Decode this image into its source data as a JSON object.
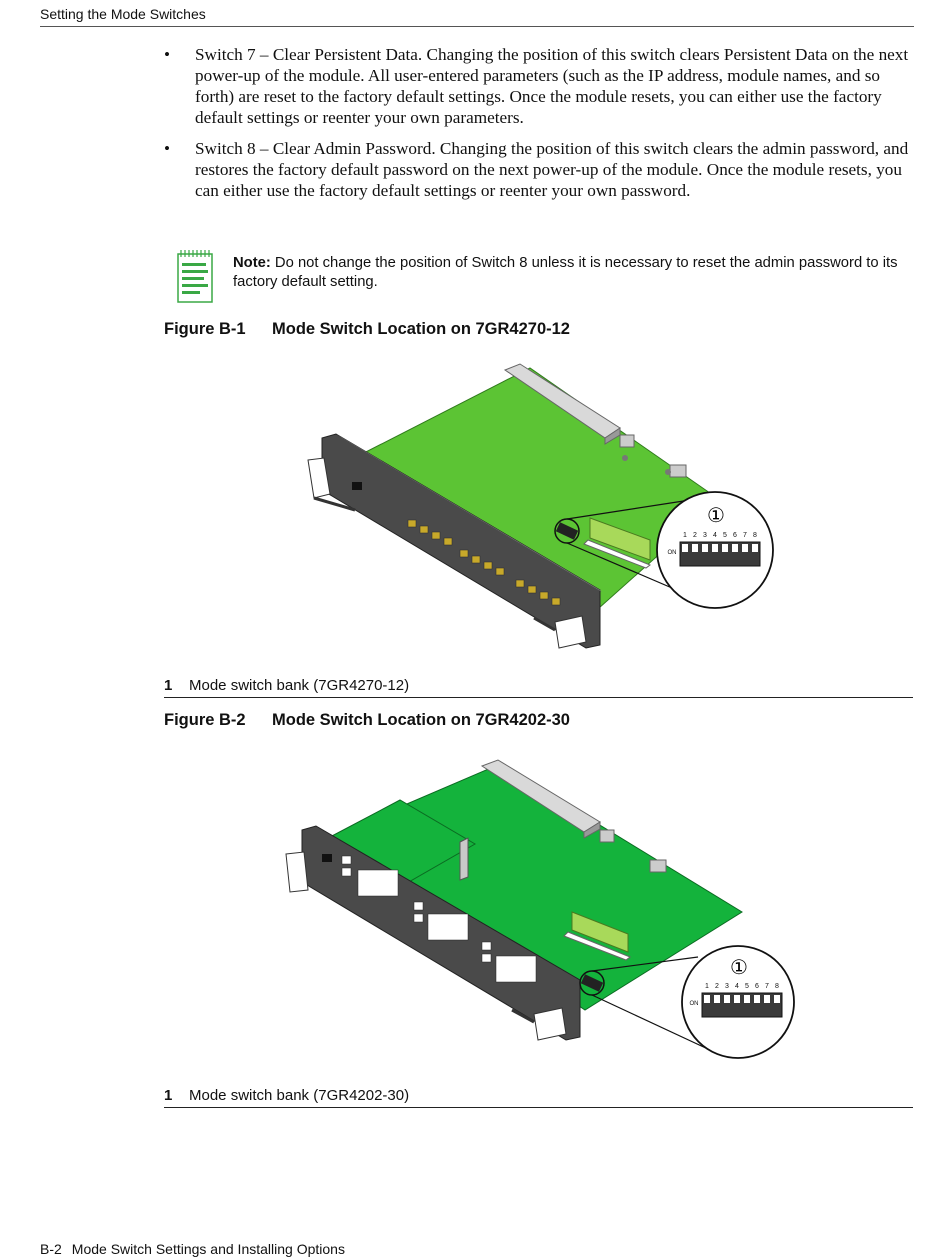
{
  "header": {
    "running_title": "Setting the Mode Switches"
  },
  "bullets": [
    {
      "text": "Switch 7 – Clear Persistent Data. Changing the position of this switch clears Persistent Data on the next power-up of the module. All user-entered parameters (such as the IP address, module names, and so forth) are reset to the factory default settings. Once the module resets, you can either use the factory default settings or reenter your own parameters."
    },
    {
      "text": "Switch 8 – Clear Admin Password. Changing the position of this switch clears the admin password, and restores the factory default password on the next power-up of the module. Once the module resets, you can either use the factory default settings or reenter your own password."
    }
  ],
  "note": {
    "label": "Note:",
    "text": " Do not change the position of Switch 8 unless it is necessary to reset the admin password to its factory default setting."
  },
  "figures": [
    {
      "number": "Figure B-1",
      "title": "Mode Switch Location on 7GR4270-12",
      "callout_marker": "①",
      "switch_numbers": [
        "1",
        "2",
        "3",
        "4",
        "5",
        "6",
        "7",
        "8"
      ],
      "on_label": "ON",
      "legend": {
        "num": "1",
        "text": "Mode switch bank (7GR4270-12)"
      }
    },
    {
      "number": "Figure B-2",
      "title": "Mode Switch Location on 7GR4202-30",
      "callout_marker": "①",
      "switch_numbers": [
        "1",
        "2",
        "3",
        "4",
        "5",
        "6",
        "7",
        "8"
      ],
      "on_label": "ON",
      "legend": {
        "num": "1",
        "text": "Mode switch bank (7GR4202-30)"
      }
    }
  ],
  "footer": {
    "page": "B-2",
    "chapter": "Mode Switch Settings and Installing Options"
  },
  "colors": {
    "board_green": "#5cc434",
    "board_green2": "#14b33c",
    "panel_dark": "#4a4a4a",
    "note_green": "#3aa845"
  }
}
